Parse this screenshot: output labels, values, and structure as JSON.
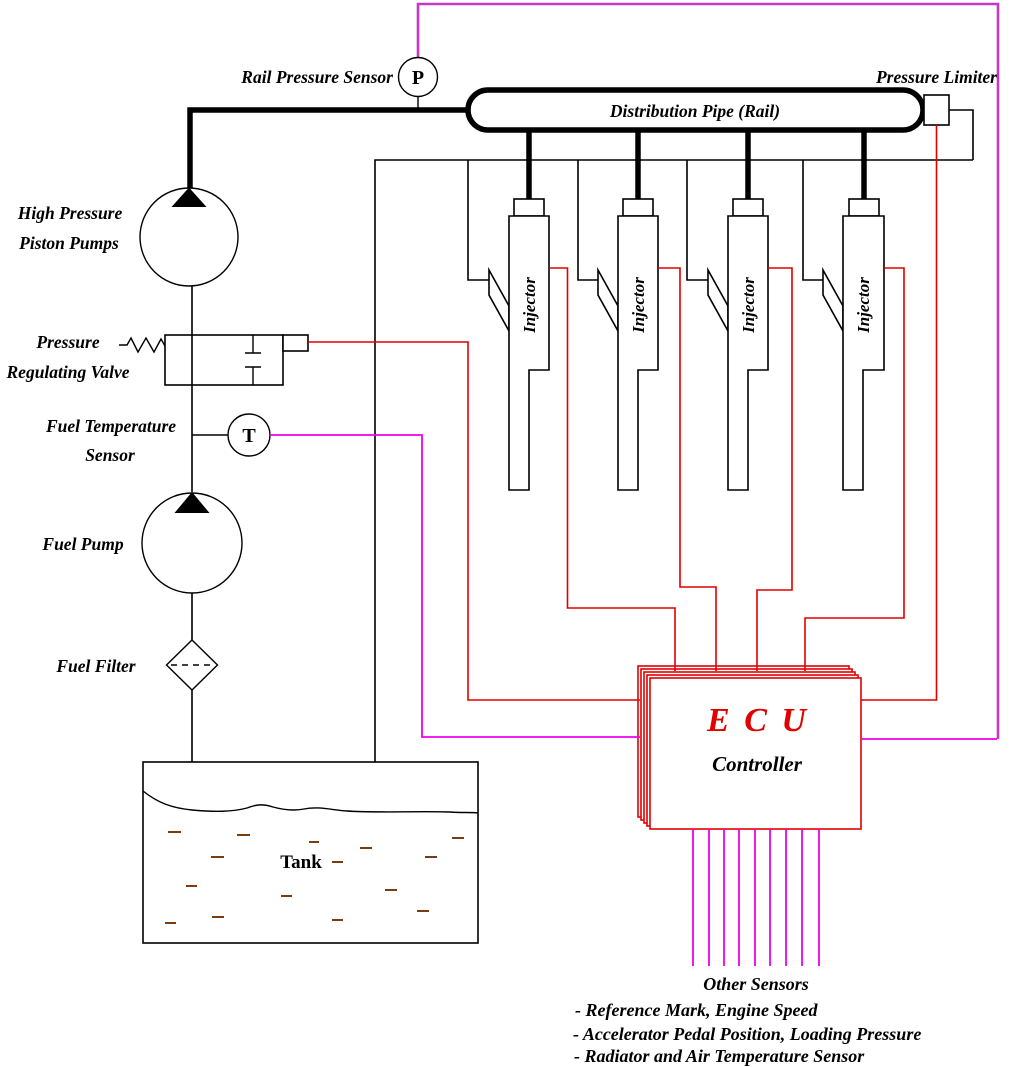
{
  "title": "Common Rail Fuel Injection System Diagram",
  "colors": {
    "wire_red": "#e00000",
    "wire_magenta": "#ee00ee",
    "boundary_purple": "#c639c6",
    "fuel_dash": "#7a3b10",
    "line_black": "#000000"
  },
  "labels": {
    "rail_pressure_sensor": "Rail Pressure Sensor",
    "p_symbol": "P",
    "pressure_limiter": "Pressure Limiter",
    "distribution_pipe": "Distribution Pipe (Rail)",
    "hp_pump": [
      "High Pressure",
      "Piston Pumps"
    ],
    "regulating_valve": [
      "Pressure",
      "Regulating Valve"
    ],
    "fuel_temp_sensor": [
      "Fuel Temperature",
      "Sensor"
    ],
    "t_symbol": "T",
    "fuel_pump": "Fuel Pump",
    "fuel_filter": "Fuel Filter",
    "tank": "Tank",
    "injectors": [
      "Injector",
      "Injector",
      "Injector",
      "Injector"
    ],
    "ecu_title": "E C U",
    "ecu_subtitle": "Controller",
    "other_sensors_title": "Other Sensors",
    "other_sensors_items": [
      "- Reference Mark, Engine Speed",
      "- Accelerator Pedal Position, Loading Pressure",
      "- Radiator and Air Temperature Sensor"
    ]
  }
}
